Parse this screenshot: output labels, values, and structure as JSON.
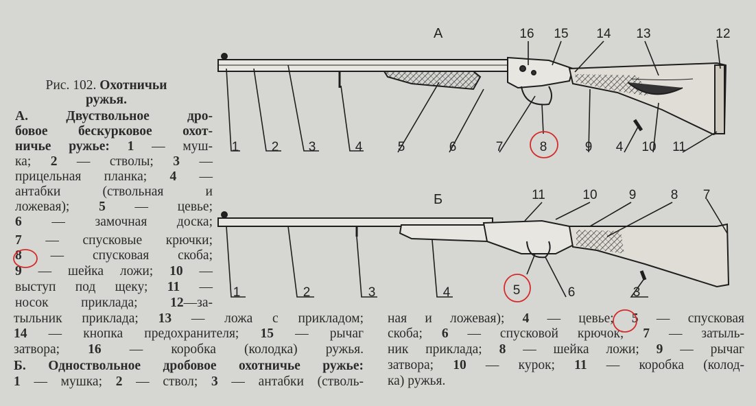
{
  "figure": {
    "caption_lines": [
      [
        {
          "t": "Рис. 102. "
        },
        {
          "t": "Охотничьи",
          "b": true
        }
      ],
      [
        {
          "t": "ружья.",
          "b": true
        }
      ]
    ],
    "left_lines": [
      [
        {
          "t": "А. Двуствольное дро-",
          "b": true
        }
      ],
      [
        {
          "t": "бовое бескурковое охот-",
          "b": true
        }
      ],
      [
        {
          "t": "ничье ружье: 1",
          "b": true
        },
        {
          "t": " — муш-"
        }
      ],
      [
        {
          "t": "ка; "
        },
        {
          "t": "2",
          "b": true
        },
        {
          "t": " — стволы; "
        },
        {
          "t": "3",
          "b": true
        },
        {
          "t": " —"
        }
      ],
      [
        {
          "t": "прицельная планка; "
        },
        {
          "t": "4",
          "b": true
        },
        {
          "t": " —"
        }
      ],
      [
        {
          "t": "антабки (ствольная и"
        }
      ],
      [
        {
          "t": "ложевая); "
        },
        {
          "t": "5",
          "b": true
        },
        {
          "t": " — цевье;"
        }
      ],
      [
        {
          "t": "6",
          "b": true
        },
        {
          "t": " — замочная доска;"
        }
      ],
      [
        {
          "t": "7",
          "b": true
        },
        {
          "t": " — спусковые крючки;"
        }
      ],
      [
        {
          "t": "8",
          "b": true
        },
        {
          "t": " — спусковая скоба;"
        }
      ],
      [
        {
          "t": "9",
          "b": true
        },
        {
          "t": " — шейка ложи; "
        },
        {
          "t": "10",
          "b": true
        },
        {
          "t": " —"
        }
      ],
      [
        {
          "t": "выступ под щеку; "
        },
        {
          "t": "11",
          "b": true
        },
        {
          "t": " —"
        }
      ],
      [
        {
          "t": "носок приклада; "
        },
        {
          "t": "12",
          "b": true
        },
        {
          "t": "—за-"
        }
      ]
    ],
    "wide_lines": [
      [
        {
          "t": "тыльник приклада; "
        },
        {
          "t": "13",
          "b": true
        },
        {
          "t": " — ложа с прикладом;"
        }
      ],
      [
        {
          "t": "14",
          "b": true
        },
        {
          "t": " — кнопка предохранителя; "
        },
        {
          "t": "15",
          "b": true
        },
        {
          "t": " — рычаг"
        }
      ],
      [
        {
          "t": "затвора; "
        },
        {
          "t": "16",
          "b": true
        },
        {
          "t": " — коробка (колодка) ружья."
        }
      ],
      [
        {
          "t": "Б. Одноствольное дробовое охотничье ружье:",
          "b": true
        }
      ],
      [
        {
          "t": "1",
          "b": true
        },
        {
          "t": " — мушка; "
        },
        {
          "t": "2",
          "b": true
        },
        {
          "t": " — ствол; "
        },
        {
          "t": "3",
          "b": true
        },
        {
          "t": " — антабки (стволь-"
        }
      ]
    ],
    "right_lines": [
      [
        {
          "t": "ная и ложевая); "
        },
        {
          "t": "4",
          "b": true
        },
        {
          "t": " — цевье; "
        },
        {
          "t": "5",
          "b": true
        },
        {
          "t": " — спусковая"
        }
      ],
      [
        {
          "t": "скоба; "
        },
        {
          "t": "6",
          "b": true
        },
        {
          "t": " — спусковой крючок; "
        },
        {
          "t": "7",
          "b": true
        },
        {
          "t": " — затыль-"
        }
      ],
      [
        {
          "t": "ник приклада; "
        },
        {
          "t": "8",
          "b": true
        },
        {
          "t": " — шейка ложи; "
        },
        {
          "t": "9",
          "b": true
        },
        {
          "t": " — рычаг"
        }
      ],
      [
        {
          "t": "затвора; "
        },
        {
          "t": "10",
          "b": true
        },
        {
          "t": " — курок; "
        },
        {
          "t": "11",
          "b": true
        },
        {
          "t": " — коробка (колод-"
        }
      ],
      [
        {
          "t": "ка) ружья."
        }
      ]
    ]
  },
  "gun_a": {
    "title": "А",
    "top_labels": [
      "16",
      "15",
      "14",
      "13",
      "12"
    ],
    "bottom_labels": [
      "1",
      "2",
      "3",
      "4",
      "5",
      "6",
      "7",
      "8",
      "9",
      "4",
      "10",
      "11"
    ]
  },
  "gun_b": {
    "title": "Б",
    "top_labels": [
      "11",
      "10",
      "9",
      "8",
      "7"
    ],
    "bottom_labels": [
      "1",
      "2",
      "3",
      "4",
      "5",
      "6",
      "3"
    ]
  },
  "colors": {
    "paper": "#d6d6d2",
    "ink": "#2b2b2b",
    "annotation": "#d42a2a"
  }
}
